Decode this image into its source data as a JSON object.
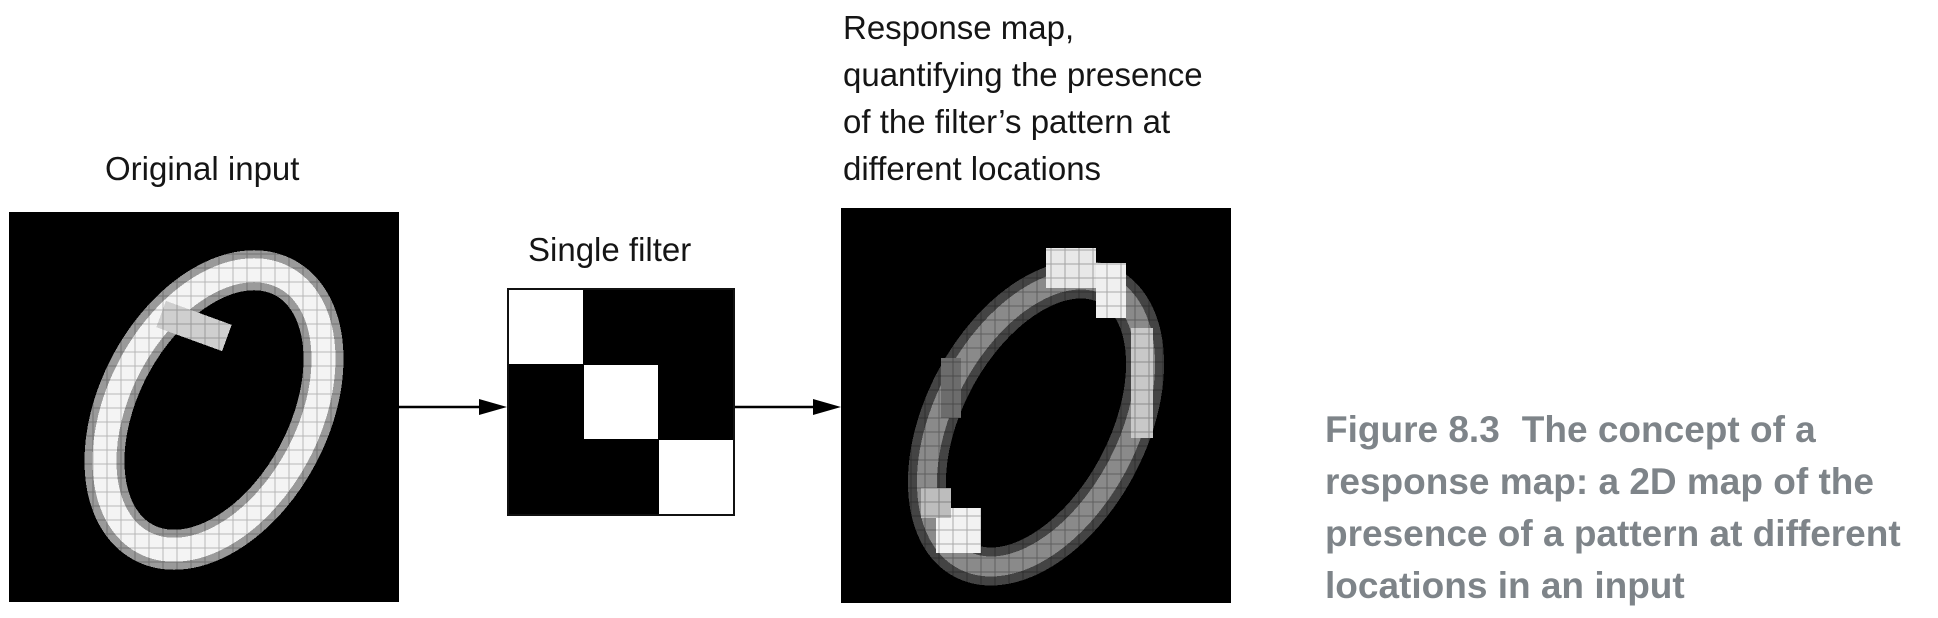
{
  "labels": {
    "original_input": "Original input",
    "single_filter": "Single filter",
    "response_map": [
      "Response map,",
      "quantifying the presence",
      "of the filter’s pattern at",
      "different locations"
    ]
  },
  "filter": {
    "grid": [
      [
        1,
        0,
        0
      ],
      [
        0,
        1,
        0
      ],
      [
        0,
        0,
        1
      ]
    ],
    "colors": {
      "on": "#ffffff",
      "off": "#000000"
    }
  },
  "caption": {
    "figure_number": "Figure 8.3",
    "text_lines": [
      "The concept of a",
      "response map: a 2D map of the",
      "presence of a pattern at different",
      "locations in an input"
    ]
  },
  "colors": {
    "caption": "#7e8489",
    "text": "#151515",
    "background": "#ffffff"
  }
}
